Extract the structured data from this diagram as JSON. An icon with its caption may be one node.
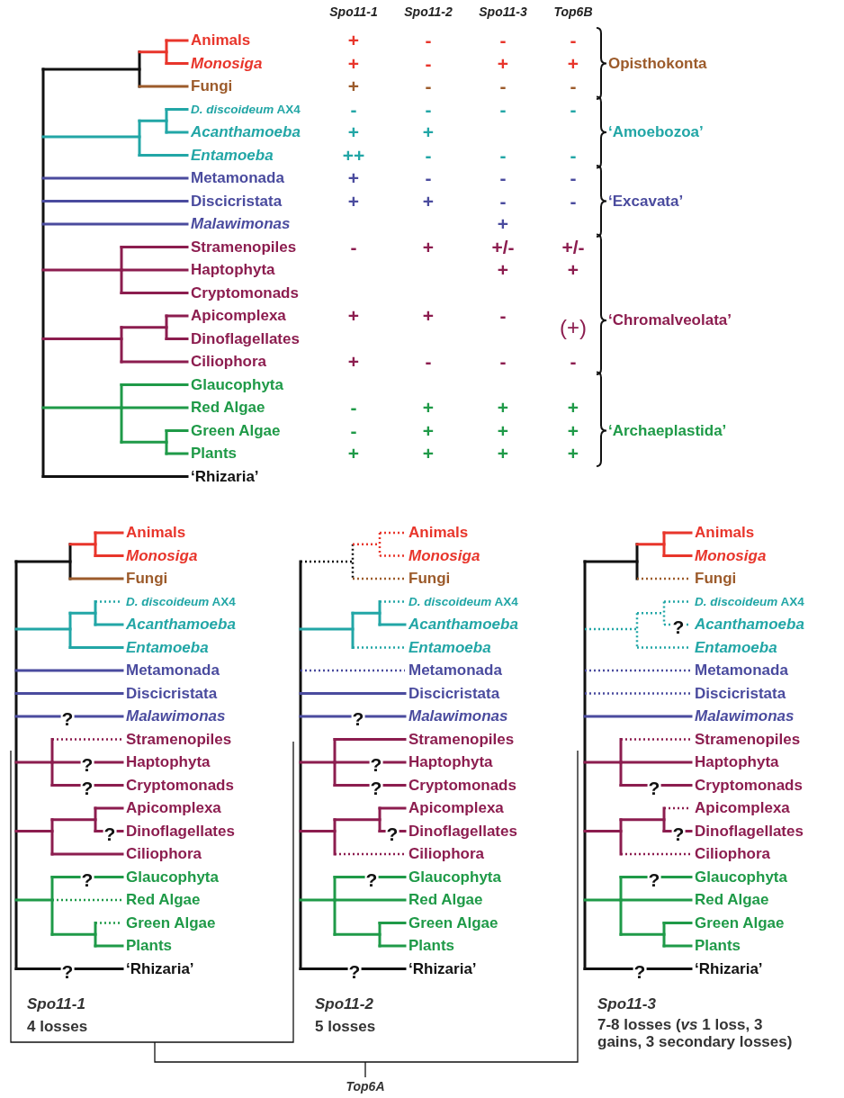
{
  "diagram": {
    "labels": [
      "Spo11-1",
      "Spo11-2",
      "Spo11-3",
      "Top6B",
      "Animals",
      "+",
      "-",
      "-",
      "-",
      "Monosiga",
      "+",
      "-",
      "+",
      "+",
      "Fungi",
      "+",
      "-",
      "-",
      "-",
      "*D. discoideum* AX4",
      "-",
      "-",
      "-",
      "-",
      "Acanthamoeba",
      "+",
      "+",
      "Entamoeba",
      "++",
      "-",
      "-",
      "-",
      "Metamonada",
      "+",
      "-",
      "-",
      "-",
      "Discicristata",
      "+",
      "+",
      "-",
      "-",
      "Malawimonas",
      "+",
      "Stramenopiles",
      "-",
      "+",
      "+/-",
      "+/-",
      "Haptophyta",
      "+",
      "+",
      "Cryptomonads",
      "Apicomplexa",
      "+",
      "+",
      "-",
      "(+)",
      "Dinoflagellates",
      "Ciliophora",
      "+",
      "-",
      "-",
      "-",
      "Glaucophyta",
      "Red Algae",
      "-",
      "+",
      "+",
      "+",
      "Green Algae",
      "-",
      "+",
      "+",
      "+",
      "Plants",
      "+",
      "+",
      "+",
      "+",
      "‘Rhizaria’",
      "Opisthokonta",
      "‘Amoebozoa’",
      "‘Excavata’",
      "‘Chromalveolata’",
      "‘Archaeplastida’",
      "Animals",
      "Monosiga",
      "Fungi",
      "*D. discoideum* AX4",
      "Acanthamoeba",
      "Entamoeba",
      "Metamonada",
      "Discicristata",
      "Malawimonas",
      "Stramenopiles",
      "Haptophyta",
      "Cryptomonads",
      "Apicomplexa",
      "Dinoflagellates",
      "Ciliophora",
      "Glaucophyta",
      "Red Algae",
      "Green Algae",
      "Plants",
      "‘Rhizaria’",
      "?",
      "?",
      "?",
      "?",
      "?",
      "?",
      "Spo11-1",
      "4 losses",
      "Animals",
      "Monosiga",
      "Fungi",
      "*D. discoideum* AX4",
      "Acanthamoeba",
      "Entamoeba",
      "Metamonada",
      "Discicristata",
      "Malawimonas",
      "Stramenopiles",
      "Haptophyta",
      "Cryptomonads",
      "Apicomplexa",
      "Dinoflagellates",
      "Ciliophora",
      "Glaucophyta",
      "Red Algae",
      "Green Algae",
      "Plants",
      "‘Rhizaria’",
      "?",
      "?",
      "?",
      "?",
      "?",
      "?",
      "Spo11-2",
      "5 losses",
      "Animals",
      "Monosiga",
      "Fungi",
      "*D. discoideum* AX4",
      "Acanthamoeba",
      "Entamoeba",
      "Metamonada",
      "Discicristata",
      "Malawimonas",
      "Stramenopiles",
      "Haptophyta",
      "Cryptomonads",
      "Apicomplexa",
      "Dinoflagellates",
      "Ciliophora",
      "Glaucophyta",
      "Red Algae",
      "Green Algae",
      "Plants",
      "‘Rhizaria’",
      "?",
      "?",
      "?",
      "?",
      "?",
      "Spo11-3",
      "7-8 losses (*vs* 1 loss, 3 gains, 3 secondary losses)",
      "Top6A"
    ]
  }
}
